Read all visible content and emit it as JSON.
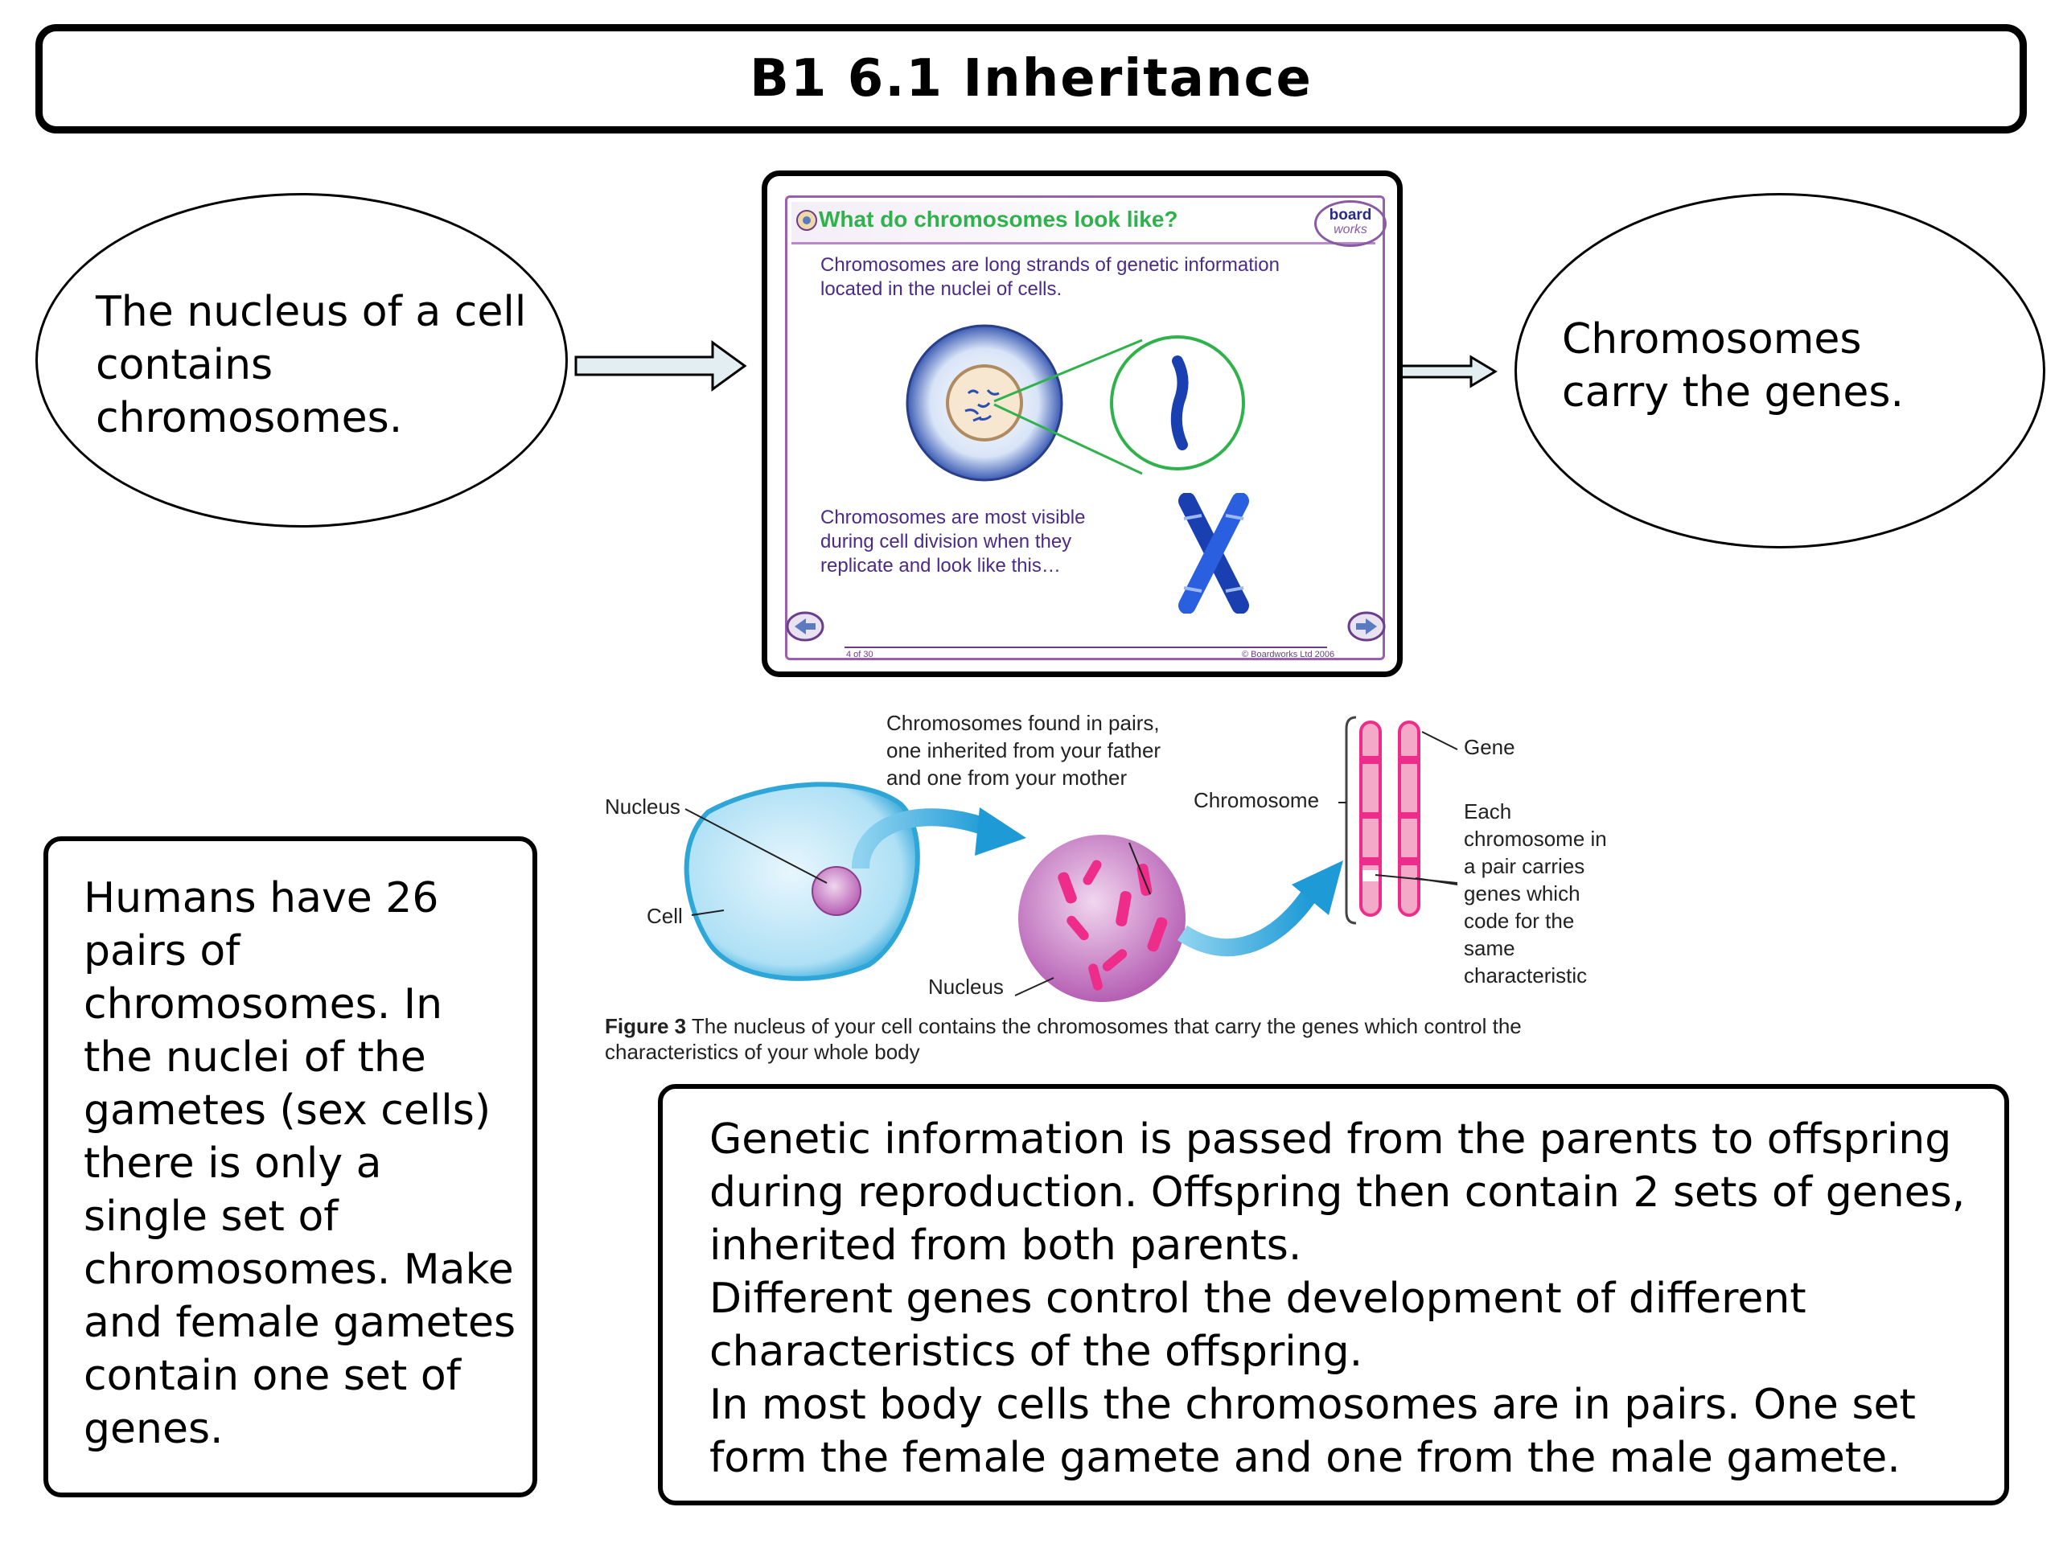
{
  "title": "B1 6.1 Inheritance",
  "left_ellipse": {
    "text": "The nucleus of a cell contains chromosomes."
  },
  "right_ellipse": {
    "text": "Chromosomes carry the genes."
  },
  "slide": {
    "heading": "What do chromosomes look like?",
    "logo_top": "board",
    "logo_bottom": "works",
    "text1": "Chromosomes are long strands of genetic information located in the nuclei of cells.",
    "text2": "Chromosomes are most visible during cell division when they replicate and look like this…",
    "page": "4 of 30",
    "copyright": "© Boardworks Ltd 2006"
  },
  "figure": {
    "label_pairs": "Chromosomes found in pairs, one inherited from your father and one from your mother",
    "label_nucleus_top": "Nucleus",
    "label_cell": "Cell",
    "label_nucleus_bottom": "Nucleus",
    "label_chromosome": "Chromosome",
    "label_gene": "Gene",
    "label_each": "Each chromosome in a pair carries genes which code for the same characteristic",
    "caption_bold": "Figure 3",
    "caption": "The nucleus of your cell contains the chromosomes that carry the genes which control the characteristics of your whole body"
  },
  "left_box": {
    "text": "Humans have 26 pairs of chromosomes.  In the nuclei of the gametes (sex cells) there is only a single set of chromosomes.  Make and female gametes contain one set of genes."
  },
  "bottom_box": {
    "line1": "Genetic information is passed from the parents to offspring during reproduction.  Offspring then contain 2 sets of genes, inherited from both parents.",
    "line2": "Different genes control the development of different characteristics of the offspring.",
    "line3": "In most body cells the chromosomes are in pairs.  One set form the female gamete and one from the male gamete."
  },
  "colors": {
    "slide_heading": "#2fb24c",
    "slide_text": "#4b2a8a",
    "slide_frame": "#9b5fb0",
    "chromosome_blue": "#1a3fb0",
    "figure_cell": "#2fa6d8",
    "figure_nucleus": "#b65fb4",
    "figure_chromosome": "#ee2d8a"
  }
}
